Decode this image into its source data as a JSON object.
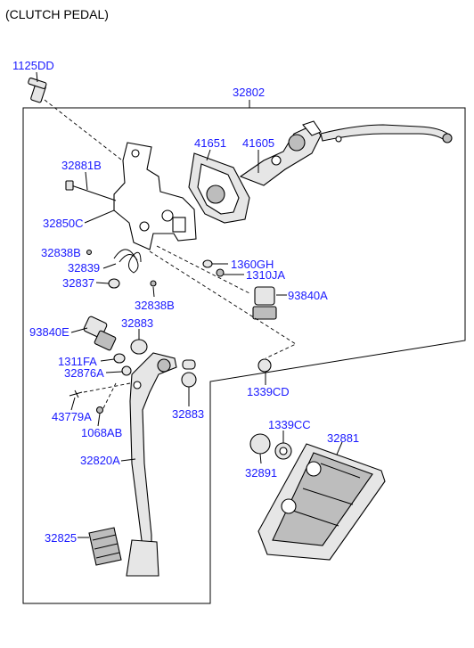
{
  "title": "(CLUTCH PEDAL)",
  "labels": {
    "p1125DD": "1125DD",
    "p32802": "32802",
    "p32881B": "32881B",
    "p41651": "41651",
    "p41605": "41605",
    "p32850C": "32850C",
    "p32838B_a": "32838B",
    "p32839": "32839",
    "p32837": "32837",
    "p32838B_b": "32838B",
    "p1360GH": "1360GH",
    "p1310JA": "1310JA",
    "p93840A": "93840A",
    "p93840E": "93840E",
    "p32883_a": "32883",
    "p1311FA": "1311FA",
    "p32876A": "32876A",
    "p1339CD": "1339CD",
    "p32883_b": "32883",
    "p43779A": "43779A",
    "p1068AB": "1068AB",
    "p1339CC": "1339CC",
    "p32881": "32881",
    "p32820A": "32820A",
    "p32891": "32891",
    "p32825": "32825"
  }
}
